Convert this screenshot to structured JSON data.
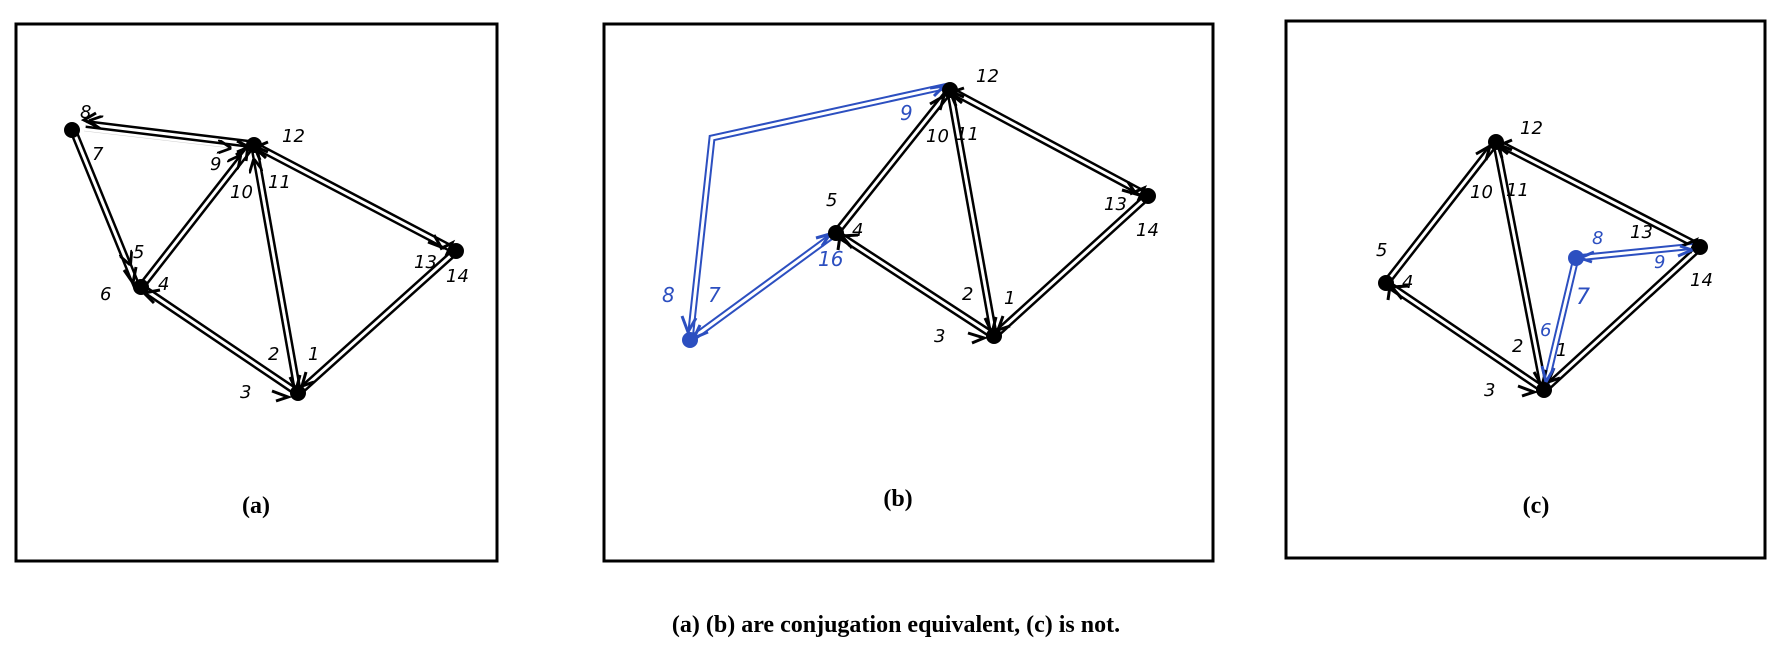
{
  "colors": {
    "ink": "#000000",
    "highlight": "#2c4fc0",
    "paper": "#ffffff"
  },
  "panels": [
    {
      "id": "a",
      "caption": "(a)",
      "edges": [
        {
          "from": "p12",
          "to": "p8",
          "labels": [
            "8",
            "9"
          ]
        },
        {
          "from": "p8",
          "to": "p6",
          "labels": [
            "7",
            "6"
          ]
        },
        {
          "from": "p6",
          "to": "p12",
          "labels": [
            "5",
            "10"
          ]
        },
        {
          "from": "p12",
          "to": "p3",
          "labels": [
            "11",
            "2"
          ]
        },
        {
          "from": "p3",
          "to": "p6",
          "labels": [
            "3",
            "4"
          ]
        },
        {
          "from": "p3",
          "to": "p14",
          "labels": [
            "1",
            "14"
          ]
        },
        {
          "from": "p14",
          "to": "p12",
          "labels": [
            "13",
            "12"
          ]
        }
      ]
    },
    {
      "id": "b",
      "caption": "(b)",
      "edges": [
        {
          "from": "p12",
          "to": "p3",
          "labels": [
            "11",
            "2"
          ]
        },
        {
          "from": "p3",
          "to": "p14",
          "labels": [
            "1",
            "14"
          ]
        },
        {
          "from": "p14",
          "to": "p12",
          "labels": [
            "13",
            "12"
          ]
        },
        {
          "from": "p4",
          "to": "p12",
          "labels": [
            "5",
            "10"
          ]
        },
        {
          "from": "p3",
          "to": "p4",
          "labels": [
            "3",
            "4"
          ]
        }
      ],
      "blue_edges": [
        {
          "labels": [
            "9",
            "8"
          ]
        },
        {
          "labels": [
            "7",
            "16"
          ]
        }
      ]
    },
    {
      "id": "c",
      "caption": "(c)",
      "edges": [
        {
          "from": "p12",
          "to": "p3",
          "labels": [
            "11",
            "2"
          ]
        },
        {
          "from": "p3",
          "to": "p14",
          "labels": [
            "1",
            "14"
          ]
        },
        {
          "from": "p14",
          "to": "p12",
          "labels": [
            "13",
            "12"
          ]
        },
        {
          "from": "p5",
          "to": "p12",
          "labels": [
            "5",
            "10"
          ]
        },
        {
          "from": "p3",
          "to": "p5",
          "labels": [
            "3",
            "4"
          ]
        }
      ],
      "blue_edges": [
        {
          "labels": [
            "8",
            "9"
          ]
        },
        {
          "labels": [
            "7",
            "6"
          ]
        }
      ]
    }
  ],
  "caption": "(a) (b) are conjugation equivalent, (c) is not."
}
